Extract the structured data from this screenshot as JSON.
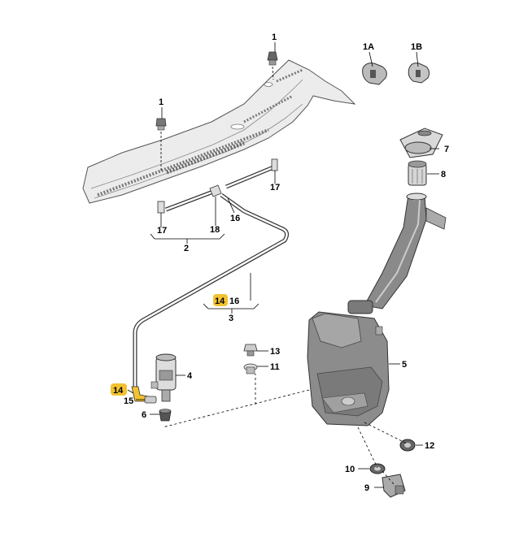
{
  "labels": {
    "p1a": "1",
    "p1b": "1",
    "p1A": "1A",
    "p1B": "1B",
    "p7": "7",
    "p8": "8",
    "p17a": "17",
    "p17b": "17",
    "p18": "18",
    "p16": "16",
    "p2": "2",
    "p14a": "14",
    "p16b": "16",
    "p3": "3",
    "p13": "13",
    "p11": "11",
    "p5": "5",
    "p4": "4",
    "p14b": "14",
    "p15": "15",
    "p6": "6",
    "p12": "12",
    "p10": "10",
    "p9": "9"
  },
  "highlight_color": "#f2c230"
}
